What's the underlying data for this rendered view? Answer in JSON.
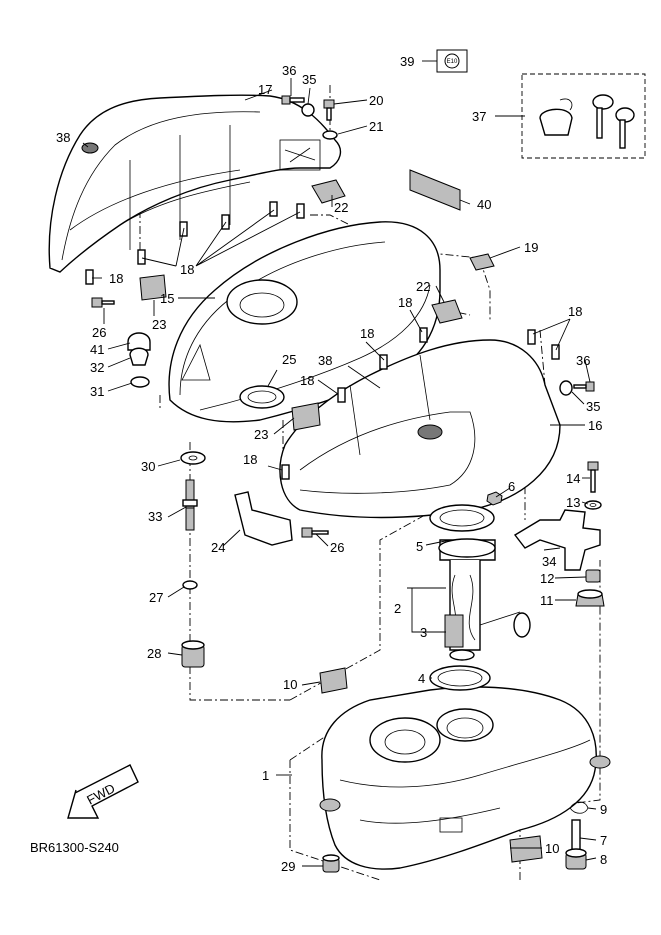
{
  "diagram": {
    "code": "BR61300-S240",
    "fwd_label": "FWD",
    "e10_label": "E10",
    "callouts": [
      {
        "id": "c1",
        "text": "1"
      },
      {
        "id": "c2",
        "text": "2"
      },
      {
        "id": "c3",
        "text": "3"
      },
      {
        "id": "c4",
        "text": "4"
      },
      {
        "id": "c5",
        "text": "5"
      },
      {
        "id": "c6",
        "text": "6"
      },
      {
        "id": "c7",
        "text": "7"
      },
      {
        "id": "c8",
        "text": "8"
      },
      {
        "id": "c9",
        "text": "9"
      },
      {
        "id": "c10a",
        "text": "10"
      },
      {
        "id": "c10b",
        "text": "10"
      },
      {
        "id": "c11",
        "text": "11"
      },
      {
        "id": "c12",
        "text": "12"
      },
      {
        "id": "c13",
        "text": "13"
      },
      {
        "id": "c14",
        "text": "14"
      },
      {
        "id": "c15",
        "text": "15"
      },
      {
        "id": "c16",
        "text": "16"
      },
      {
        "id": "c17",
        "text": "17"
      },
      {
        "id": "c18a",
        "text": "18"
      },
      {
        "id": "c18b",
        "text": "18"
      },
      {
        "id": "c18c",
        "text": "18"
      },
      {
        "id": "c18d",
        "text": "18"
      },
      {
        "id": "c18e",
        "text": "18"
      },
      {
        "id": "c18f",
        "text": "18"
      },
      {
        "id": "c18g",
        "text": "18"
      },
      {
        "id": "c19",
        "text": "19"
      },
      {
        "id": "c20",
        "text": "20"
      },
      {
        "id": "c21",
        "text": "21"
      },
      {
        "id": "c22a",
        "text": "22"
      },
      {
        "id": "c22b",
        "text": "22"
      },
      {
        "id": "c23a",
        "text": "23"
      },
      {
        "id": "c23b",
        "text": "23"
      },
      {
        "id": "c24",
        "text": "24"
      },
      {
        "id": "c25",
        "text": "25"
      },
      {
        "id": "c26a",
        "text": "26"
      },
      {
        "id": "c26b",
        "text": "26"
      },
      {
        "id": "c27",
        "text": "27"
      },
      {
        "id": "c28",
        "text": "28"
      },
      {
        "id": "c29",
        "text": "29"
      },
      {
        "id": "c30",
        "text": "30"
      },
      {
        "id": "c31",
        "text": "31"
      },
      {
        "id": "c32",
        "text": "32"
      },
      {
        "id": "c33",
        "text": "33"
      },
      {
        "id": "c34",
        "text": "34"
      },
      {
        "id": "c35a",
        "text": "35"
      },
      {
        "id": "c35b",
        "text": "35"
      },
      {
        "id": "c36a",
        "text": "36"
      },
      {
        "id": "c36b",
        "text": "36"
      },
      {
        "id": "c37",
        "text": "37"
      },
      {
        "id": "c38a",
        "text": "38"
      },
      {
        "id": "c38b",
        "text": "38"
      },
      {
        "id": "c39",
        "text": "39"
      },
      {
        "id": "c40",
        "text": "40"
      },
      {
        "id": "c41",
        "text": "41"
      }
    ]
  }
}
